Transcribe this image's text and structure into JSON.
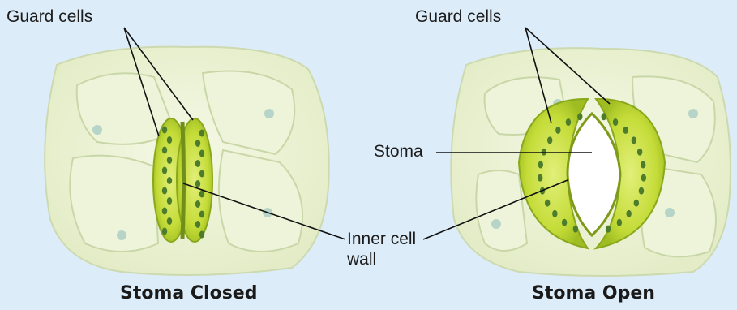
{
  "diagram": {
    "colors": {
      "background": "#dcecf8",
      "epidermal_cell": "#e9f1d4",
      "cell_outline": "#c9d7a8",
      "nucleus": "#b6d4c8",
      "guard_cell": "#c4dc38",
      "guard_cell_dark": "#8aa81c",
      "chloroplast": "#4c7c2c",
      "leader_line": "#111111"
    },
    "closed": {
      "caption": "Stoma Closed",
      "labels": {
        "guard_cells": "Guard cells"
      }
    },
    "open": {
      "caption": "Stoma Open",
      "labels": {
        "guard_cells": "Guard cells",
        "stoma": "Stoma"
      }
    },
    "shared_labels": {
      "inner_cell_wall_line1": "Inner cell",
      "inner_cell_wall_line2": "wall"
    }
  }
}
